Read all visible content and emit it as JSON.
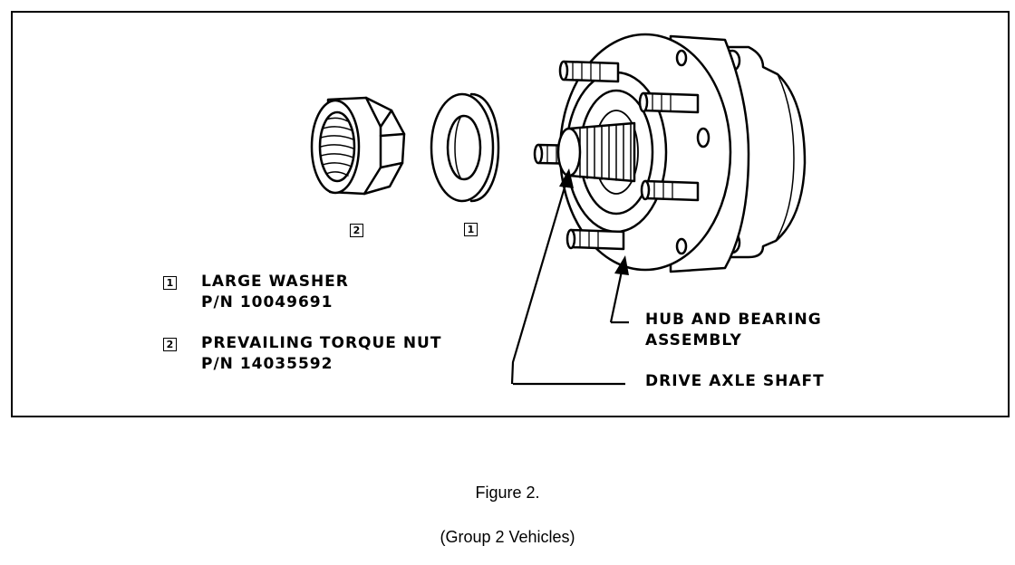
{
  "callouts": {
    "item1_number": "1",
    "item2_number": "2"
  },
  "legend": {
    "item1": {
      "number": "1",
      "name": "LARGE WASHER",
      "part_number": "P/N 10049691"
    },
    "item2": {
      "number": "2",
      "name": "PREVAILING TORQUE NUT",
      "part_number": "P/N 14035592"
    }
  },
  "labels": {
    "hub_line1": "HUB AND BEARING",
    "hub_line2": "ASSEMBLY",
    "drive_axle": "DRIVE AXLE SHAFT"
  },
  "caption": {
    "figure": "Figure 2.",
    "subtitle": "(Group 2 Vehicles)"
  }
}
